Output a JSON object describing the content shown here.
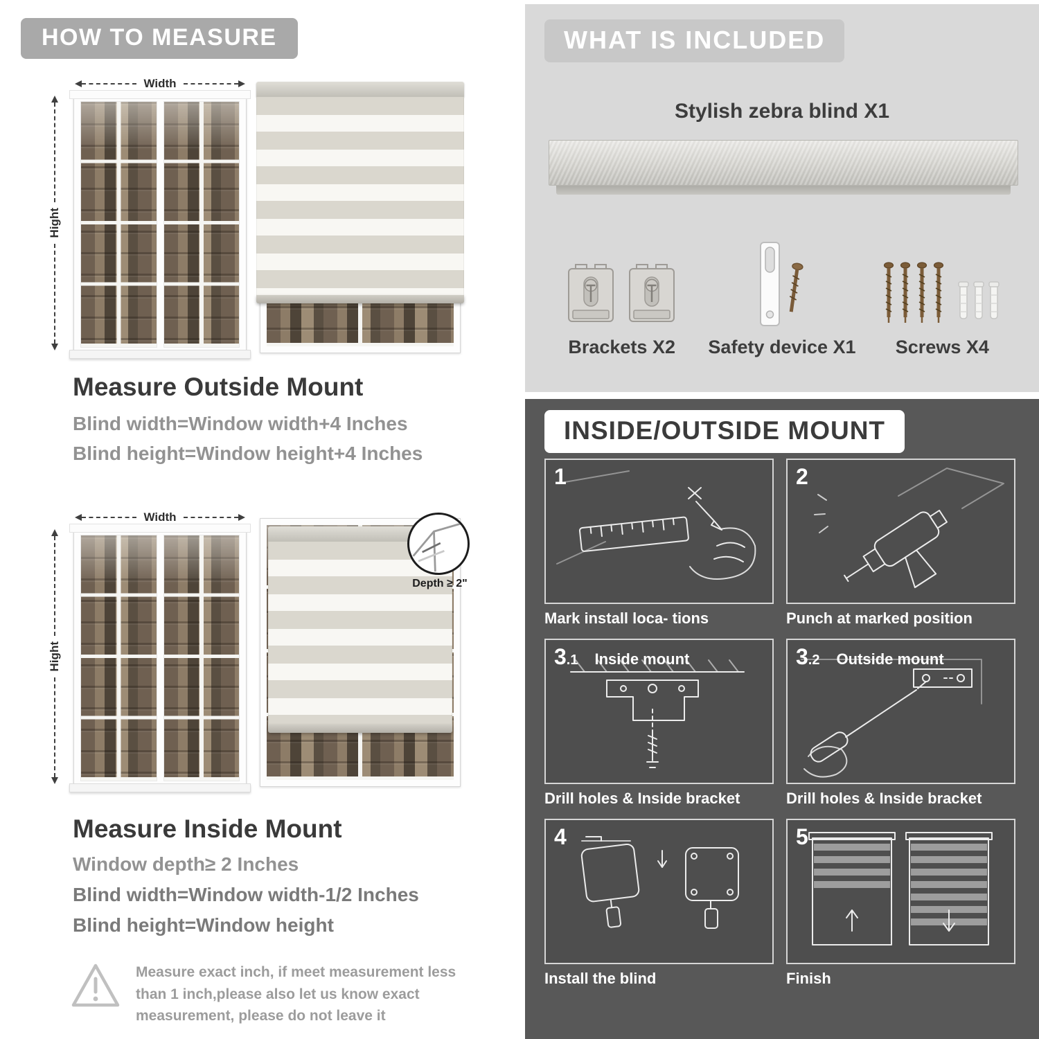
{
  "left": {
    "header": "HOW TO MEASURE",
    "width_label": "Width",
    "height_label": "Hight",
    "outside": {
      "title": "Measure Outside Mount",
      "lines": [
        "Blind width=Window width+4 Inches",
        "Blind height=Window height+4 Inches"
      ]
    },
    "inside": {
      "title": "Measure Inside Mount",
      "depth_label": "Depth ≥ 2\"",
      "lines": [
        "Window depth≥ 2 Inches",
        "Blind width=Window width-1/2 Inches",
        "Blind height=Window height"
      ]
    },
    "note": "Measure exact inch, if meet measurement less than 1 inch,please also let us know exact measurement, please do not leave it"
  },
  "right": {
    "included": {
      "header": "WHAT IS INCLUDED",
      "blind_label": "Stylish zebra blind X1",
      "items": [
        {
          "label": "Brackets X2"
        },
        {
          "label": "Safety device X1"
        },
        {
          "label": "Screws X4"
        }
      ]
    },
    "mount": {
      "header": "INSIDE/OUTSIDE MOUNT",
      "steps": [
        {
          "num": "1",
          "caption": "Mark install loca- tions"
        },
        {
          "num": "2",
          "caption": "Punch at  marked position"
        },
        {
          "num": "3",
          "sub": ".1",
          "title": "Inside mount",
          "caption": "Drill holes &  Inside bracket"
        },
        {
          "num": "3",
          "sub": ".2",
          "title": "Outside mount",
          "caption": "Drill holes &  Inside bracket"
        },
        {
          "num": "4",
          "caption": "Install the blind"
        },
        {
          "num": "5",
          "caption": "Finish"
        }
      ]
    }
  },
  "colors": {
    "light_panel": "#d9d9d9",
    "dark_panel": "#585858",
    "banner_gray": "#a9a9a9"
  },
  "icons": {
    "warning": "exclamation-triangle",
    "width_arrow": "horizontal-double-arrow-dashed",
    "height_arrow": "vertical-double-arrow-dashed"
  }
}
